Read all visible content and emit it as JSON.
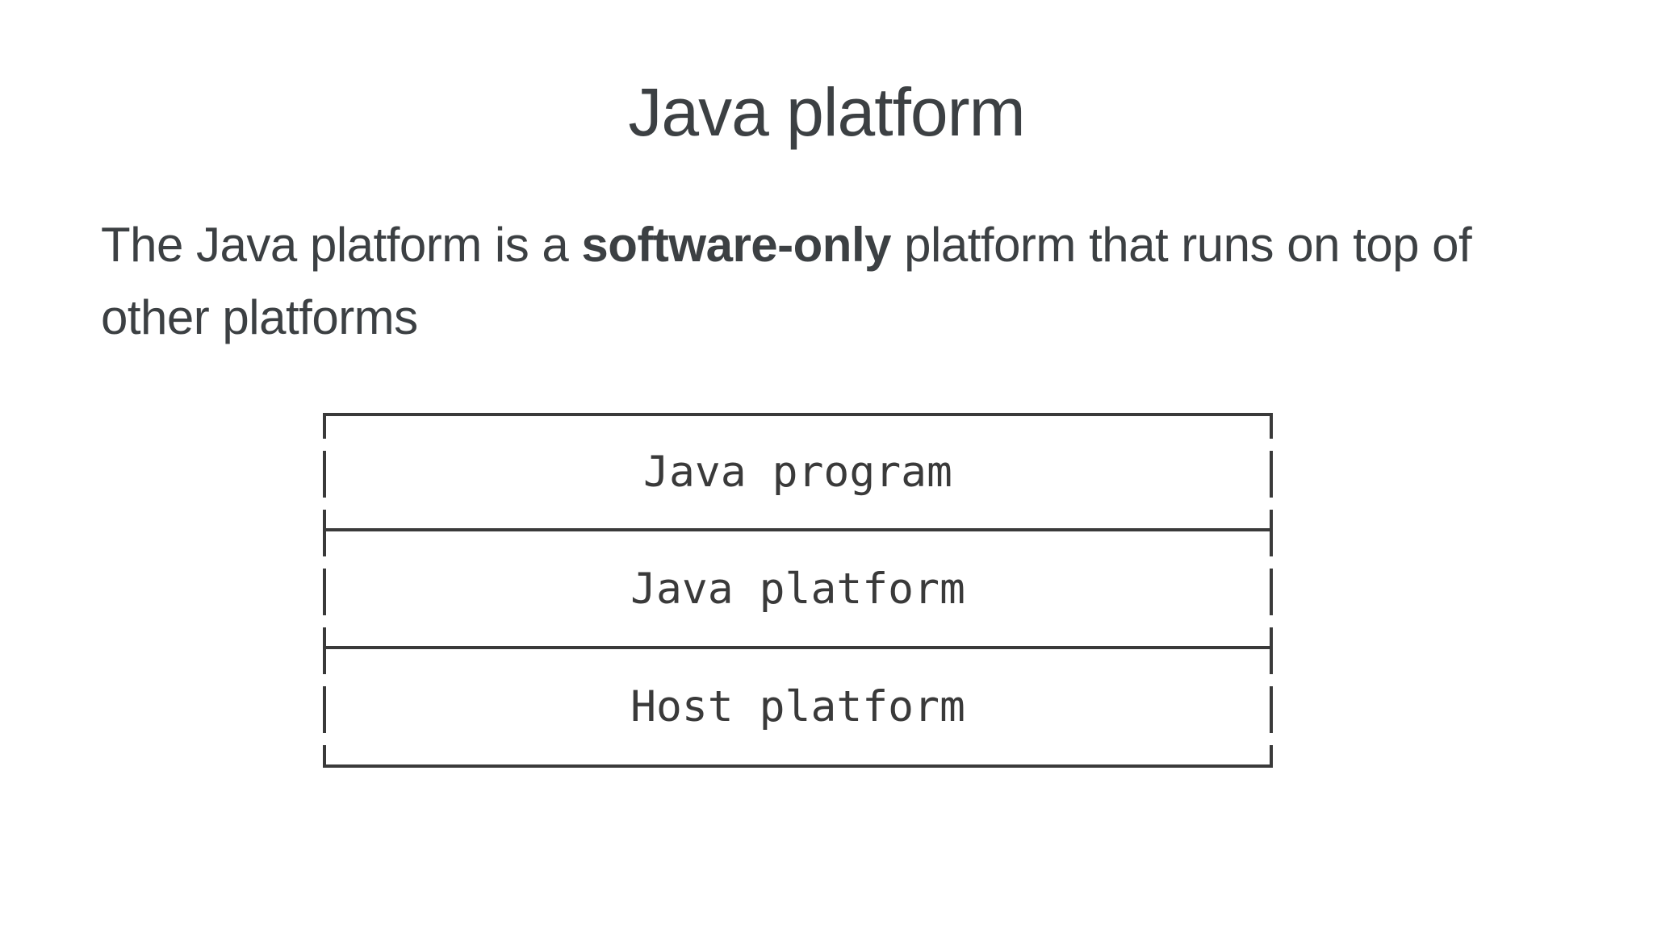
{
  "slide": {
    "title": "Java platform"
  },
  "intro": {
    "line1_pre": "The Java platform is a ",
    "line1_bold": "software-only",
    "line1_post": " platform that runs on top of",
    "line2": "other platforms"
  },
  "diagram": {
    "layers": [
      {
        "label": "Java program"
      },
      {
        "label": "Java platform"
      },
      {
        "label": "Host platform"
      }
    ]
  },
  "colors": {
    "background": "#ffffff",
    "text": "#3c4043",
    "line": "#3a3a3a"
  }
}
